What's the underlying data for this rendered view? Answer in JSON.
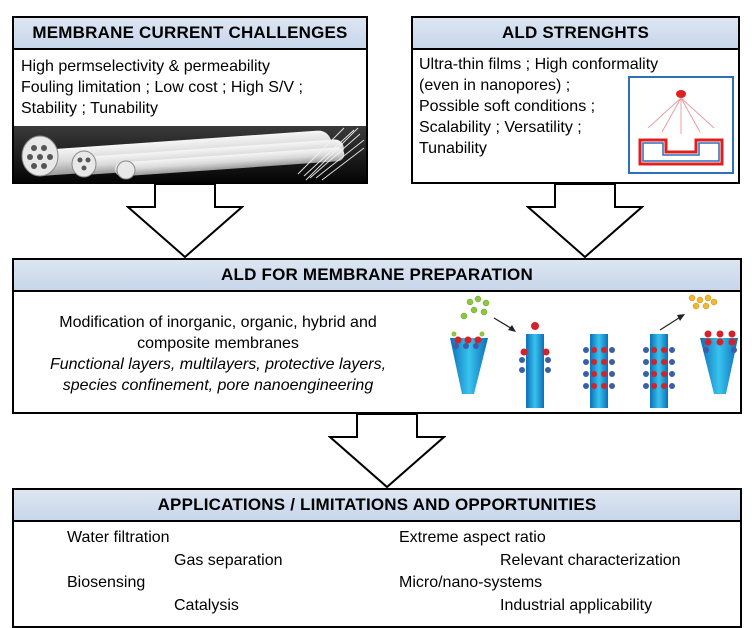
{
  "challenges": {
    "title": "MEMBRANE CURRENT CHALLENGES",
    "lines": [
      "High permselectivity & permeability",
      "Fouling limitation ; Low cost ; High S/V ;",
      "Stability ; Tunability"
    ]
  },
  "ald_strengths": {
    "title": "ALD STRENGHTS",
    "lines": [
      "Ultra-thin films ; High conformality",
      "(even in nanopores) ;",
      "Possible soft conditions ;",
      "Scalability ; Versatility ;",
      "Tunability"
    ]
  },
  "preparation": {
    "title": "ALD FOR MEMBRANE PREPARATION",
    "line1": "Modification of inorganic, organic, hybrid and",
    "line2": "composite membranes",
    "line3": "Functional layers, multilayers, protective layers,",
    "line4": "species confinement, pore nanoengineering"
  },
  "applications": {
    "title": "APPLICATIONS / LIMITATIONS AND OPPORTUNITIES",
    "left": [
      "Water filtration",
      "Gas separation",
      "Biosensing",
      "Catalysis"
    ],
    "right": [
      "Extreme aspect ratio",
      "Relevant characterization",
      "Micro/nano-systems",
      "Industrial applicability"
    ]
  },
  "colors": {
    "header_fill": "#c9d7ea",
    "tube": "#1e9fd8",
    "red_frame": "#e02020",
    "atom_red": "#d6202a",
    "atom_blue": "#3a5ea8",
    "atom_green": "#8cc63f",
    "atom_yellow": "#f2b632"
  }
}
